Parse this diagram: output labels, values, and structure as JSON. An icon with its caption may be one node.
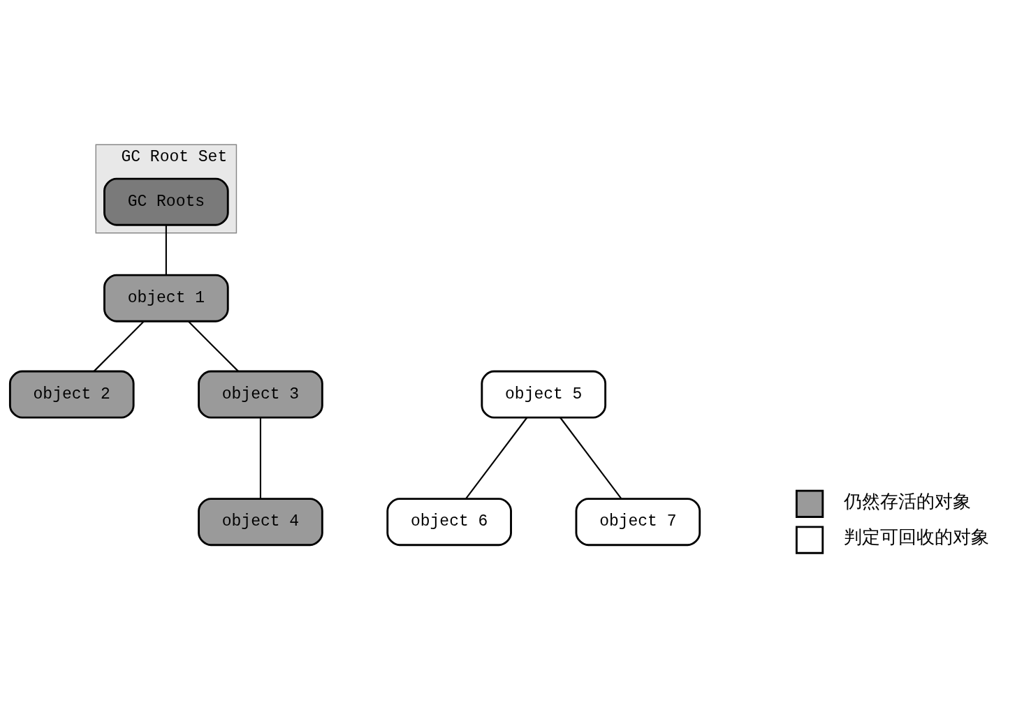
{
  "diagram": {
    "nodes": [
      {
        "text": [
          "GC Root Set"
        ]
      },
      {
        "text": [
          "GC Roots"
        ],
        "in": 0
      },
      {
        "text": [
          "object 1"
        ]
      },
      {
        "text": [
          "object 2"
        ]
      },
      {
        "text": [
          "object 3"
        ]
      },
      {
        "text": [
          "object 4"
        ]
      },
      {
        "text": [
          "object 5"
        ]
      },
      {
        "text": [
          "object 6"
        ]
      },
      {
        "text": [
          "object 7"
        ]
      }
    ],
    "edges": [
      {
        "from": 1,
        "to": 2,
        "arrow": "none"
      },
      {
        "from": 2,
        "to": 3,
        "arrow": "none"
      },
      {
        "from": 2,
        "to": 4,
        "arrow": "none"
      },
      {
        "from": 4,
        "to": 5,
        "arrow": "none"
      },
      {
        "from": 6,
        "to": 7,
        "arrow": "none"
      },
      {
        "from": 6,
        "to": 8,
        "arrow": "none"
      }
    ],
    "legend": [
      {
        "text": "仍然存活的对象",
        "color": "#9a9a9a"
      },
      {
        "text": "判定可回收的对象",
        "color": "#ffffff"
      }
    ]
  }
}
